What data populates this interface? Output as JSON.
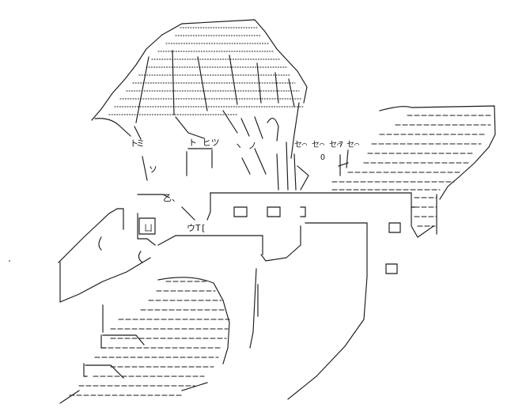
{
  "artwork": {
    "type": "ascii-art",
    "ink_color": "#1a1a1a",
    "background_color": "#ffffff",
    "text_fragments": {
      "hair_left_1": "ミ",
      "hair_left_2": "ト",
      "hair_mid": "ト ヒツ",
      "face_marks": "ヽ ノ",
      "chin": "ソ",
      "nose": "乙、",
      "arm_shade": "ウT[",
      "hand": "ㄩ",
      "wing_ruffle": "セ⌒ セ⌒ セ⌒ セ⌒",
      "wing_o": "O",
      "wing_seven": "7"
    }
  }
}
